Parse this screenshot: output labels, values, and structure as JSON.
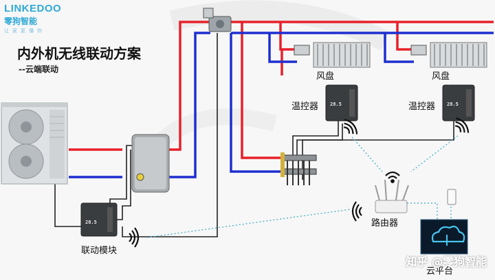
{
  "brand": {
    "name": "LINKEDOO",
    "chinese": "零狗智能",
    "tagline": "让家更懂你"
  },
  "title": "内外机无线联动方案",
  "subtitle": "--云端联动",
  "labels": {
    "fan_coil_1": "风盘",
    "fan_coil_2": "风盘",
    "thermostat_1": "温控器",
    "thermostat_2": "温控器",
    "linkage_module": "联动模块",
    "router": "路由器",
    "cloud": "云平台"
  },
  "thermostat_display": "28.5",
  "watermark": "知乎 @零狗智能",
  "colors": {
    "hot_pipe": "#e8202a",
    "cold_pipe": "#1d2fd0",
    "signal_line": "#4fb3c9",
    "brand": "#2fa9d6"
  }
}
